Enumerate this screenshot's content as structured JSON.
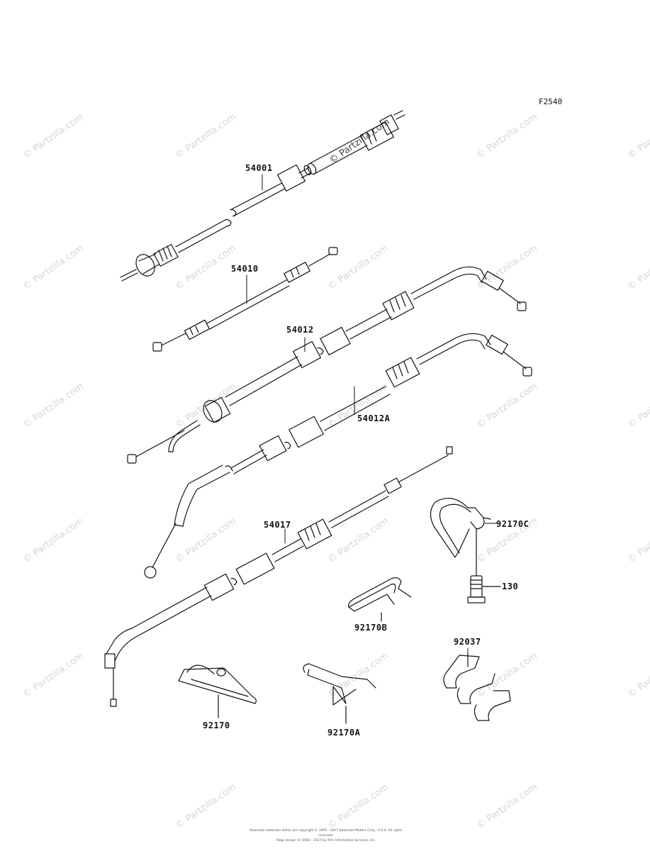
{
  "figure_code": "F2540",
  "parts": {
    "p54001": "54001",
    "p54010": "54010",
    "p54012": "54012",
    "p54012A": "54012A",
    "p54017": "54017",
    "p92170C": "92170C",
    "p130": "130",
    "p92170B": "92170B",
    "p92037": "92037",
    "p92170": "92170",
    "p92170A": "92170A"
  },
  "watermark": "© Partzilla.com",
  "copyright": {
    "line1": "Kawasaki materials within are copyright © 1995 - 2017 Kawasaki Motors Corp., U.S.A. All rights reserved.",
    "line2": "Page design (c) 2002 - 2017 by Arts Information Services, Inc."
  },
  "colors": {
    "line": "#111111",
    "watermark": "#d6d6d6"
  }
}
